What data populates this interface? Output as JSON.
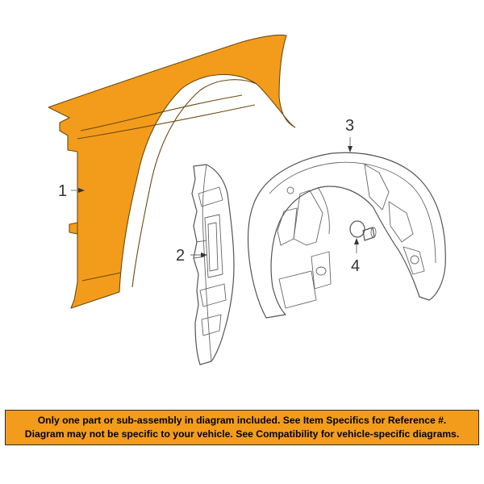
{
  "colors": {
    "part_highlight": "#F39C1B",
    "disclaimer_background": "#F39C1B",
    "line_art": "#555555"
  },
  "callouts": [
    {
      "number": "1",
      "part": "fender"
    },
    {
      "number": "2",
      "part": "fender-liner-insulator"
    },
    {
      "number": "3",
      "part": "wheelhouse-liner"
    },
    {
      "number": "4",
      "part": "push-pin-retainer"
    }
  ],
  "disclaimer": {
    "line1": "Only one part or sub-assembly in diagram included. See Item Specifics for Reference #.",
    "line2": "Diagram may not be specific to your vehicle. See Compatibility for vehicle-specific diagrams."
  }
}
